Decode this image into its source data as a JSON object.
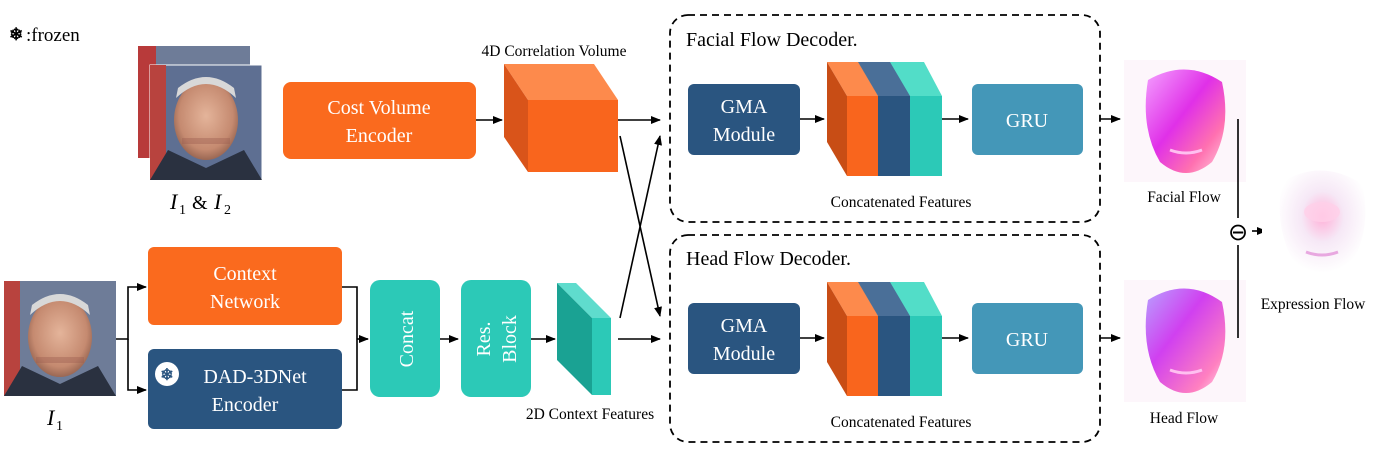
{
  "legend": {
    "text": ":frozen",
    "icon": "snowflake-icon"
  },
  "inputs": {
    "pair_label_a": "I",
    "pair_label_a_sub": "1",
    "pair_label_amp": "&",
    "pair_label_b": "I",
    "pair_label_b_sub": "2",
    "single_label": "I",
    "single_label_sub": "1"
  },
  "blocks": {
    "cost_volume_encoder": [
      "Cost Volume",
      "Encoder"
    ],
    "context_network": [
      "Context",
      "Network"
    ],
    "dad_encoder": [
      "DAD-3DNet",
      "Encoder"
    ],
    "concat": "Concat",
    "res_block": [
      "Res.",
      "Block"
    ]
  },
  "labels": {
    "correlation_volume": "4D Correlation Volume",
    "context_features": "2D Context Features",
    "facial_flow": "Facial Flow",
    "head_flow": "Head Flow",
    "expression_flow": "Expression Flow",
    "minus_operator": "⊖"
  },
  "decoders": {
    "facial": {
      "title": "Facial Flow Decoder.",
      "gma": [
        "GMA",
        "Module"
      ],
      "gru": "GRU",
      "features": "Concatenated Features"
    },
    "head": {
      "title": "Head Flow Decoder.",
      "gma": [
        "GMA",
        "Module"
      ],
      "gru": "GRU",
      "features": "Concatenated Features"
    }
  },
  "colors": {
    "orange": "#fa6a1e",
    "orange_dark": "#d4541a",
    "navy": "#2a5580",
    "teal": "#2cc9b7",
    "steel": "#4497b8"
  }
}
